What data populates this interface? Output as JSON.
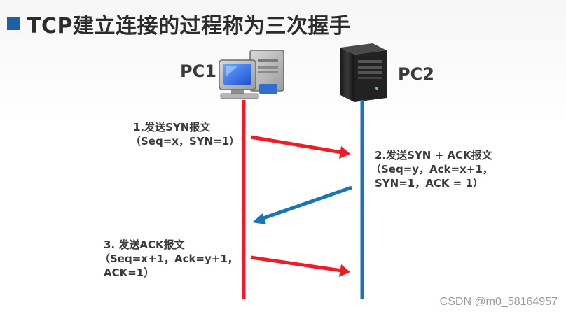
{
  "slide": {
    "title": "TCP建立连接的过程称为三次握手",
    "watermark": "CSDN @m0_58164957"
  },
  "hosts": {
    "pc1": {
      "label": "PC1",
      "icon": "desktop-computer-icon"
    },
    "pc2": {
      "label": "PC2",
      "icon": "server-tower-icon"
    }
  },
  "steps": [
    {
      "lines": [
        "1.发送SYN报文",
        "（Seq=x，SYN=1）"
      ],
      "direction": "PC1→PC2"
    },
    {
      "lines": [
        "2.发送SYN + ACK报文",
        "（Seq=y，Ack=x+1，",
        "SYN=1，ACK = 1）"
      ],
      "direction": "PC2→PC1"
    },
    {
      "lines": [
        "3. 发送ACK报文",
        "（Seq=x+1，Ack=y+1，",
        "ACK=1）"
      ],
      "direction": "PC1→PC2"
    }
  ],
  "colors": {
    "pc1_line": "#ee1c25",
    "pc2_line": "#1a74b8",
    "accent_square": "#1f5fa6"
  }
}
